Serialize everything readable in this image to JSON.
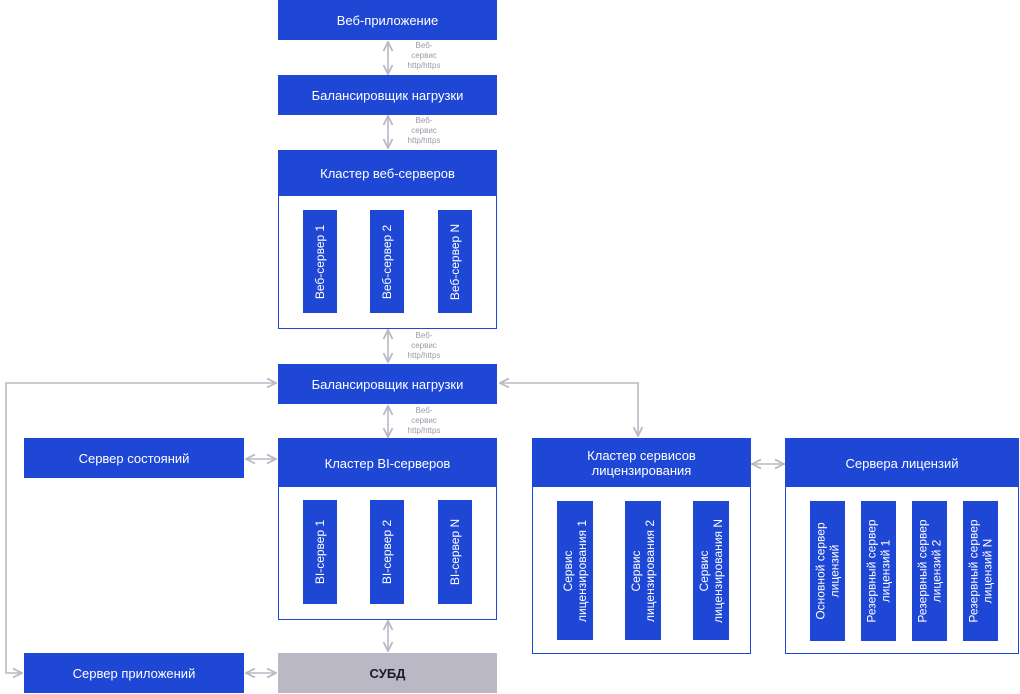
{
  "colors": {
    "primary": "#1f47d6",
    "db": "#b9b8c4",
    "connector": "#b9b8c4"
  },
  "boxes": {
    "web_app": "Веб-приложение",
    "lb_top": "Балансировщик нагрузки",
    "lb_middle": "Балансировщик нагрузки",
    "state_server": "Сервер состояний",
    "app_server": "Сервер приложений",
    "dbms": "СУБД"
  },
  "protocols": {
    "p1": "Веб-\nсервис\nhttp/https",
    "p2": "Веб-\nсервис\nhttp/https",
    "p3": "Веб-\nсервис\nhttp/https",
    "p4": "Веб-\nсервис\nhttp/https"
  },
  "web_cluster": {
    "title": "Кластер веб-серверов",
    "nodes": [
      "Веб-сервер 1",
      "Веб-сервер 2",
      "Веб-сервер N"
    ]
  },
  "bi_cluster": {
    "title": "Кластер BI-серверов",
    "nodes": [
      "BI-сервер 1",
      "BI-сервер 2",
      "BI-сервер N"
    ]
  },
  "licensing_cluster": {
    "title": "Кластер сервисов лицензирования",
    "nodes": [
      "Сервис\nлицензирования 1",
      "Сервис\nлицензирования 2",
      "Сервис\nлицензирования N"
    ]
  },
  "license_servers": {
    "title": "Сервера лицензий",
    "nodes": [
      "Основной сервер\nлицензий",
      "Резервный сервер\nлицензий 1",
      "Резервный сервер\nлицензий 2",
      "Резервный сервер\nлицензий N"
    ]
  }
}
